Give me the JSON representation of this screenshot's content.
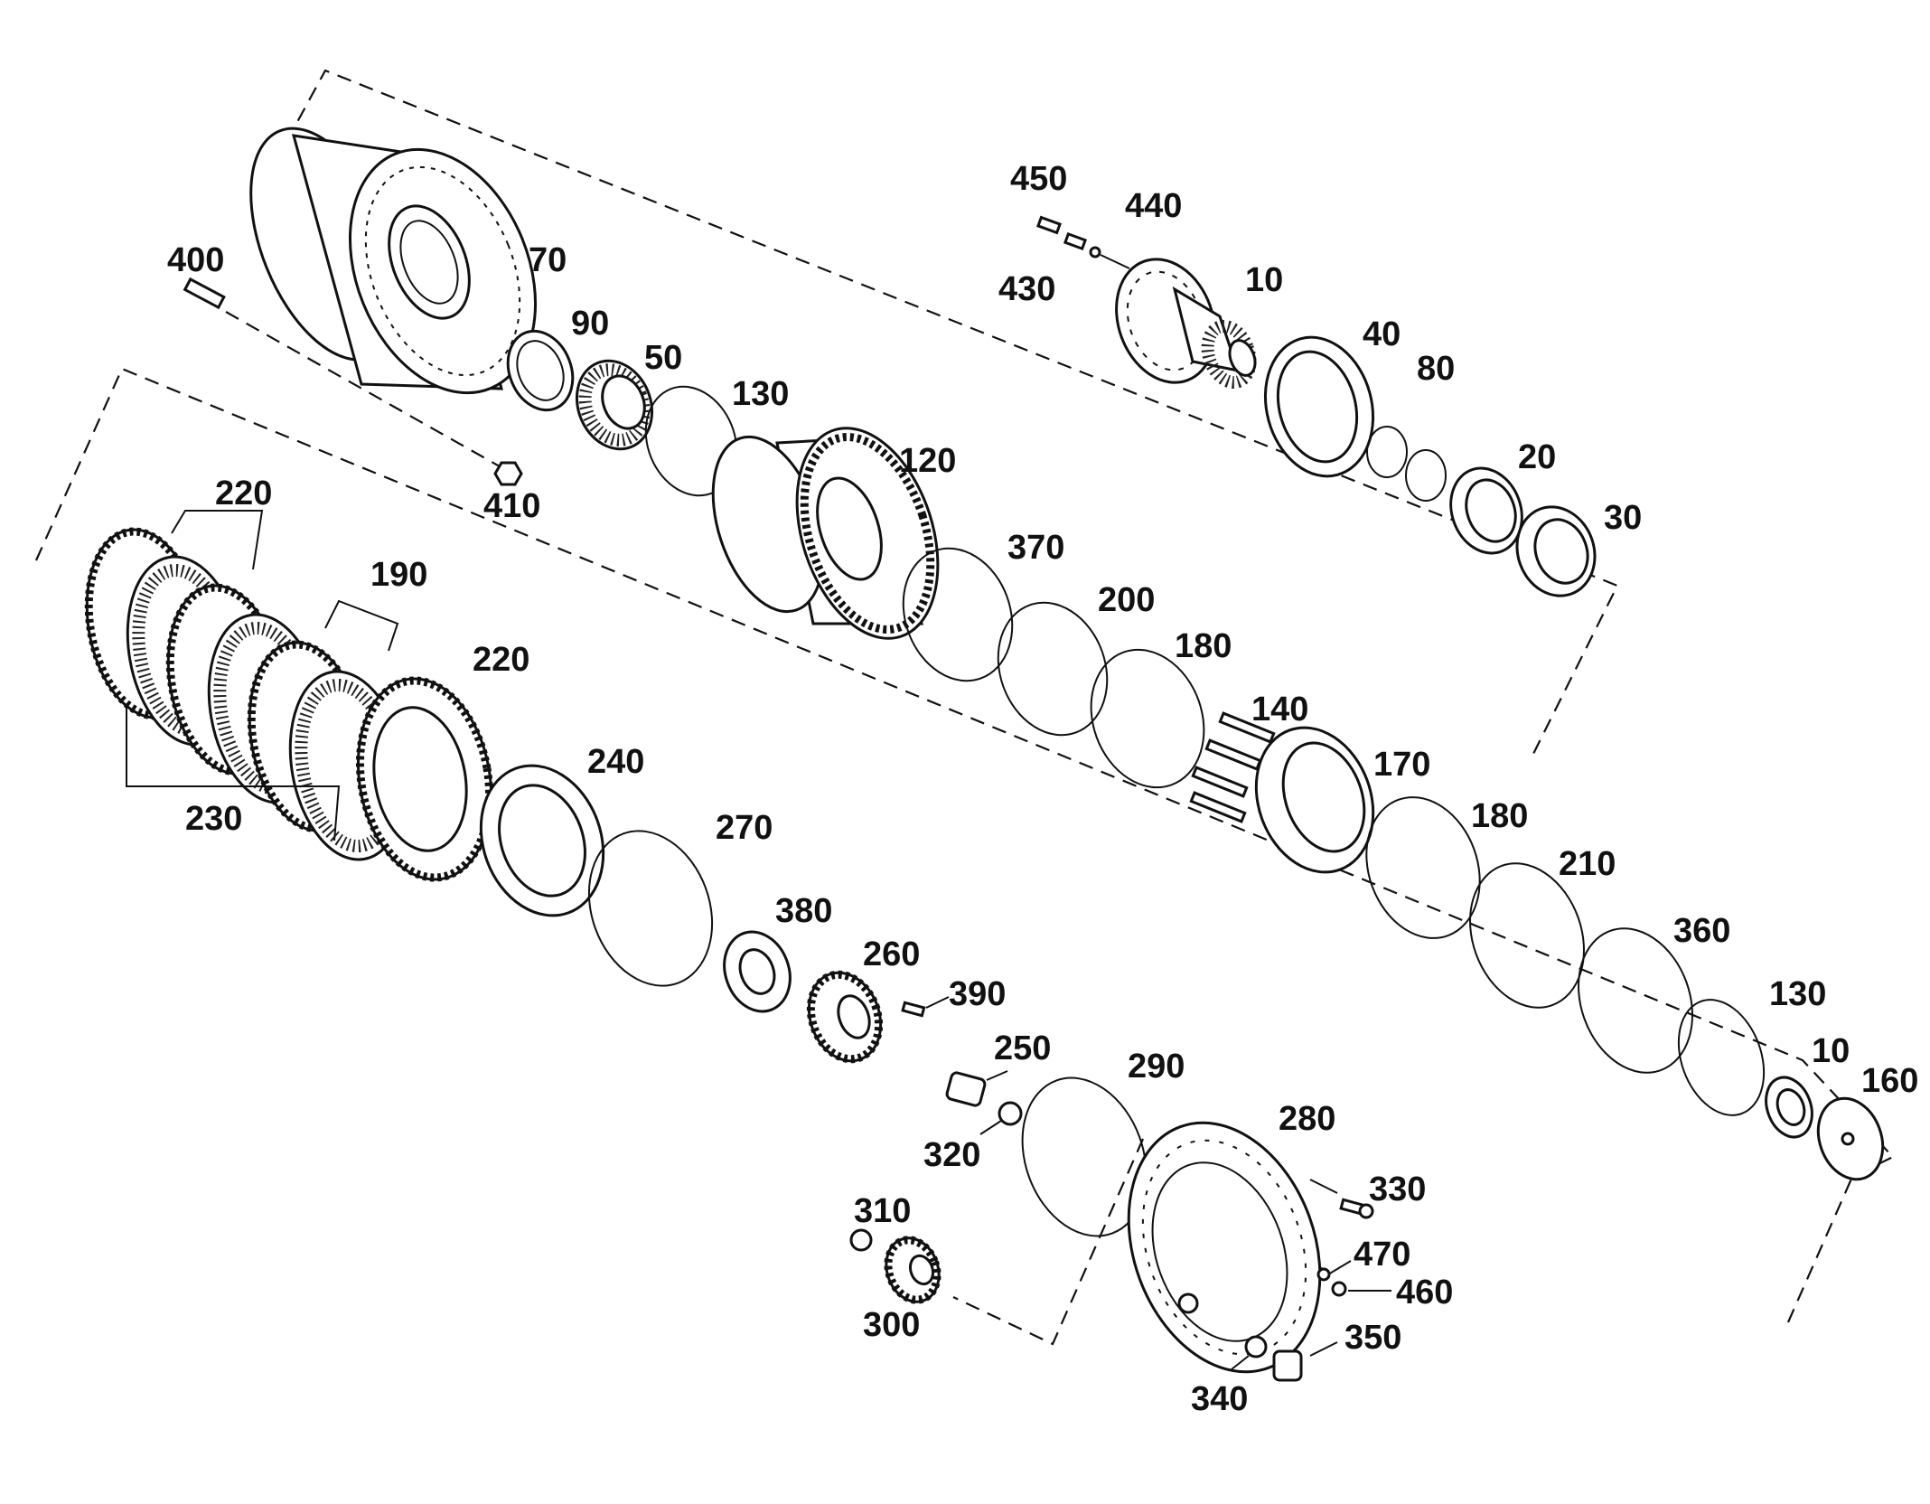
{
  "labels": {
    "p10a": "10",
    "p10b": "10",
    "p20": "20",
    "p30": "30",
    "p40": "40",
    "p50": "50",
    "p70": "70",
    "p80": "80",
    "p90": "90",
    "p120": "120",
    "p130a": "130",
    "p130b": "130",
    "p140": "140",
    "p160": "160",
    "p170": "170",
    "p180a": "180",
    "p180b": "180",
    "p190": "190",
    "p200": "200",
    "p210": "210",
    "p220a": "220",
    "p220b": "220",
    "p230": "230",
    "p240": "240",
    "p250": "250",
    "p260": "260",
    "p270": "270",
    "p280": "280",
    "p290": "290",
    "p300": "300",
    "p310": "310",
    "p320": "320",
    "p330": "330",
    "p340": "340",
    "p350": "350",
    "p360": "360",
    "p370": "370",
    "p380": "380",
    "p390": "390",
    "p400": "400",
    "p410": "410",
    "p430": "430",
    "p440": "440",
    "p450": "450",
    "p460": "460",
    "p470": "470"
  }
}
